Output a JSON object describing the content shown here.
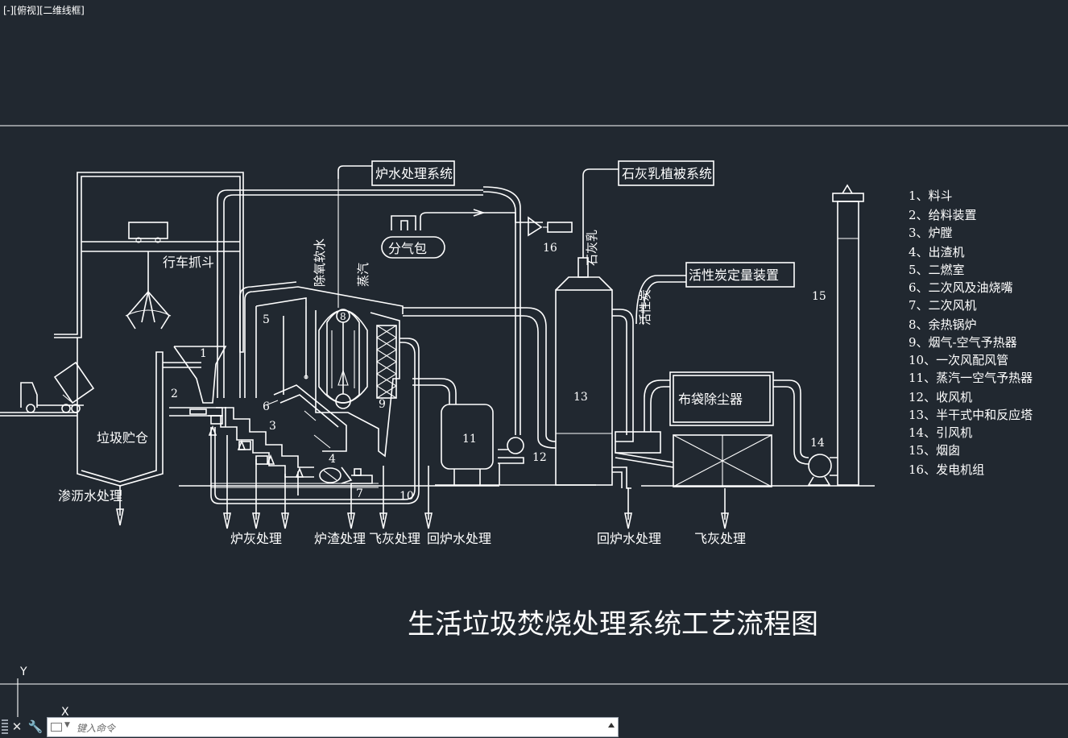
{
  "viewport": {
    "label": "[-][俯视][二维线框]"
  },
  "drawing": {
    "title": "生活垃圾焚烧处理系统工艺流程图",
    "boxed_labels": {
      "boiler_water": "炉水处理系统",
      "lime": "石灰乳植被系统",
      "carbon": "活性炭定量装置",
      "drum": "分气包",
      "bag_filter": "布袋除尘器"
    },
    "labels": {
      "crane": "行车抓斗",
      "pit": "垃圾贮仓",
      "leachate": "渗沥水处理",
      "deaerated_water": "除氧软水",
      "steam": "蒸汽",
      "lime_milk": "石灰乳",
      "activated_carbon": "活性炭"
    },
    "outputs": [
      "炉灰处理",
      "炉渣处理",
      "飞灰处理",
      "回炉水处理",
      "回炉水处理",
      "飞灰处理"
    ],
    "numbers": [
      "1",
      "2",
      "3",
      "4",
      "5",
      "6",
      "7",
      "8",
      "9",
      "10",
      "11",
      "12",
      "13",
      "14",
      "15",
      "16"
    ],
    "legend": [
      "1、料斗",
      "2、给料装置",
      "3、炉膛",
      "4、出渣机",
      "5、二燃室",
      "6、二次风及油烧嘴",
      "7、二次风机",
      "8、余热锅炉",
      "9、烟气-空气予热器",
      "10、一次风配风管",
      "11、蒸汽一空气予热器",
      "12、收风机",
      "13、半干式中和反应塔",
      "14、引风机",
      "15、烟囱",
      "16、发电机组"
    ]
  },
  "ucs": {
    "y_axis": "Y",
    "x_axis": "X"
  },
  "command_line": {
    "close_icon": "close-icon",
    "customize_icon": "wrench-icon",
    "placeholder": "键入命令",
    "value": ""
  }
}
